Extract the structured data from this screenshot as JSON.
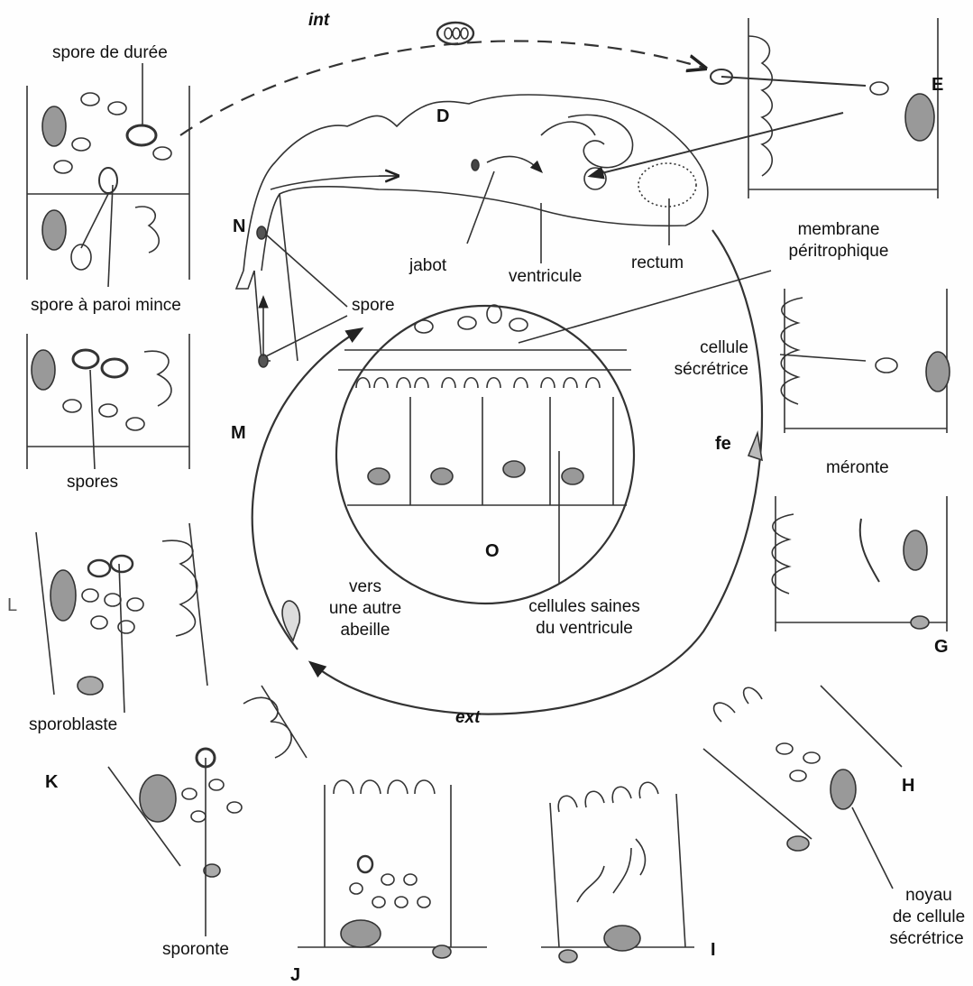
{
  "stages": {
    "D": "D",
    "E": "E",
    "fe": "fe",
    "G": "G",
    "H": "H",
    "I": "I",
    "J": "J",
    "K": "K",
    "L": "L",
    "M": "M",
    "N": "N",
    "O": "O"
  },
  "routes": {
    "int": "int",
    "ext": "ext"
  },
  "labels": {
    "spore_duree": "spore de durée",
    "spore_paroi_mince": "spore à paroi mince",
    "spores": "spores",
    "spore": "spore",
    "jabot": "jabot",
    "ventricule": "ventricule",
    "rectum": "rectum",
    "membrane_1": "membrane",
    "membrane_2": "péritrophique",
    "cellule_1": "cellule",
    "cellule_2": "sécrétrice",
    "meronte": "méronte",
    "sporoblaste": "sporoblaste",
    "sporonte": "sporonte",
    "vers_1": "vers",
    "vers_2": "une autre",
    "vers_3": "abeille",
    "saines_1": "cellules saines",
    "saines_2": "du ventricule",
    "noyau_1": "noyau",
    "noyau_2": "de cellule",
    "noyau_3": "sécrétrice"
  }
}
